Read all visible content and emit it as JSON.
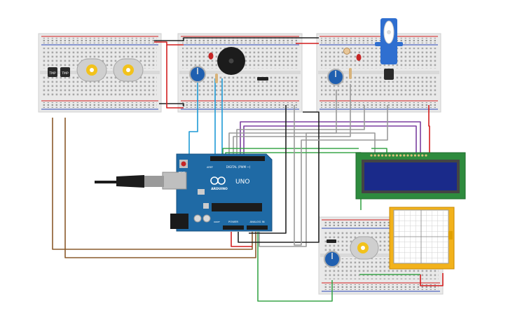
{
  "arduino": {
    "brand_label": "ARDUINO",
    "model_label": "UNO",
    "digital_label": "DIGITAL (PWM ~)",
    "power_label": "POWER",
    "analog_label": "ANALOG IN",
    "reset_label": "RESET",
    "ioref_label": "IOREF",
    "aref_label": "AREF",
    "board_color": "#1f6aa5"
  },
  "sensors": {
    "temp_1_label": "TMP",
    "temp_2_label": "TMP"
  },
  "lcd": {
    "screen_color": "#1a2a8a",
    "board_color": "#2e8b3e"
  },
  "touch_panel": {
    "frame_color": "#f2b21b"
  },
  "colors": {
    "breadboard": "#e9e9e9",
    "rail_red": "#d21d1d",
    "rail_blue": "#2a46b8",
    "wire_brown": "#8a5a2b",
    "wire_cyan": "#1e9ad6",
    "wire_purple": "#7b3fa0",
    "wire_gray": "#9a9a9a",
    "wire_green": "#3aa64a",
    "wire_black": "#222222",
    "wire_red": "#d21d1d",
    "servo_blue": "#2f6fd0"
  }
}
